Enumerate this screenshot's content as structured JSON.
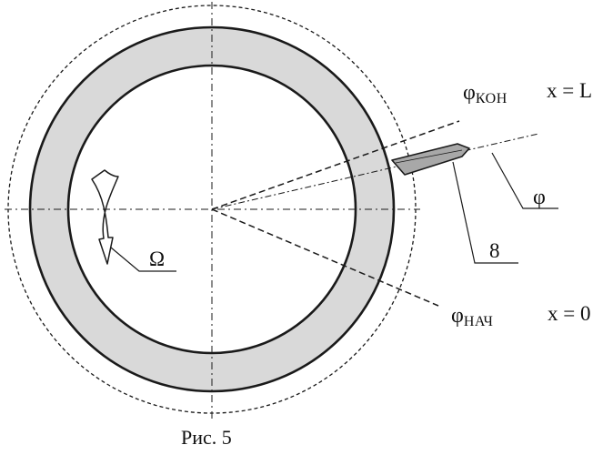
{
  "diagram": {
    "labels": {
      "phi_end_symbol": "φ",
      "phi_end_subscript": "КОН",
      "x_end": "x = L",
      "phi_start_symbol": "φ",
      "phi_start_subscript": "НАЧ",
      "x_start": "x = 0",
      "phi": "φ",
      "part_number": "8",
      "omega": "Ω"
    },
    "caption": "Рис. 5"
  },
  "colors": {
    "line": "#1a1a1a",
    "ring_fill": "#d9d9d9",
    "tool_fill": "#a8a8a8",
    "background": "#ffffff"
  }
}
